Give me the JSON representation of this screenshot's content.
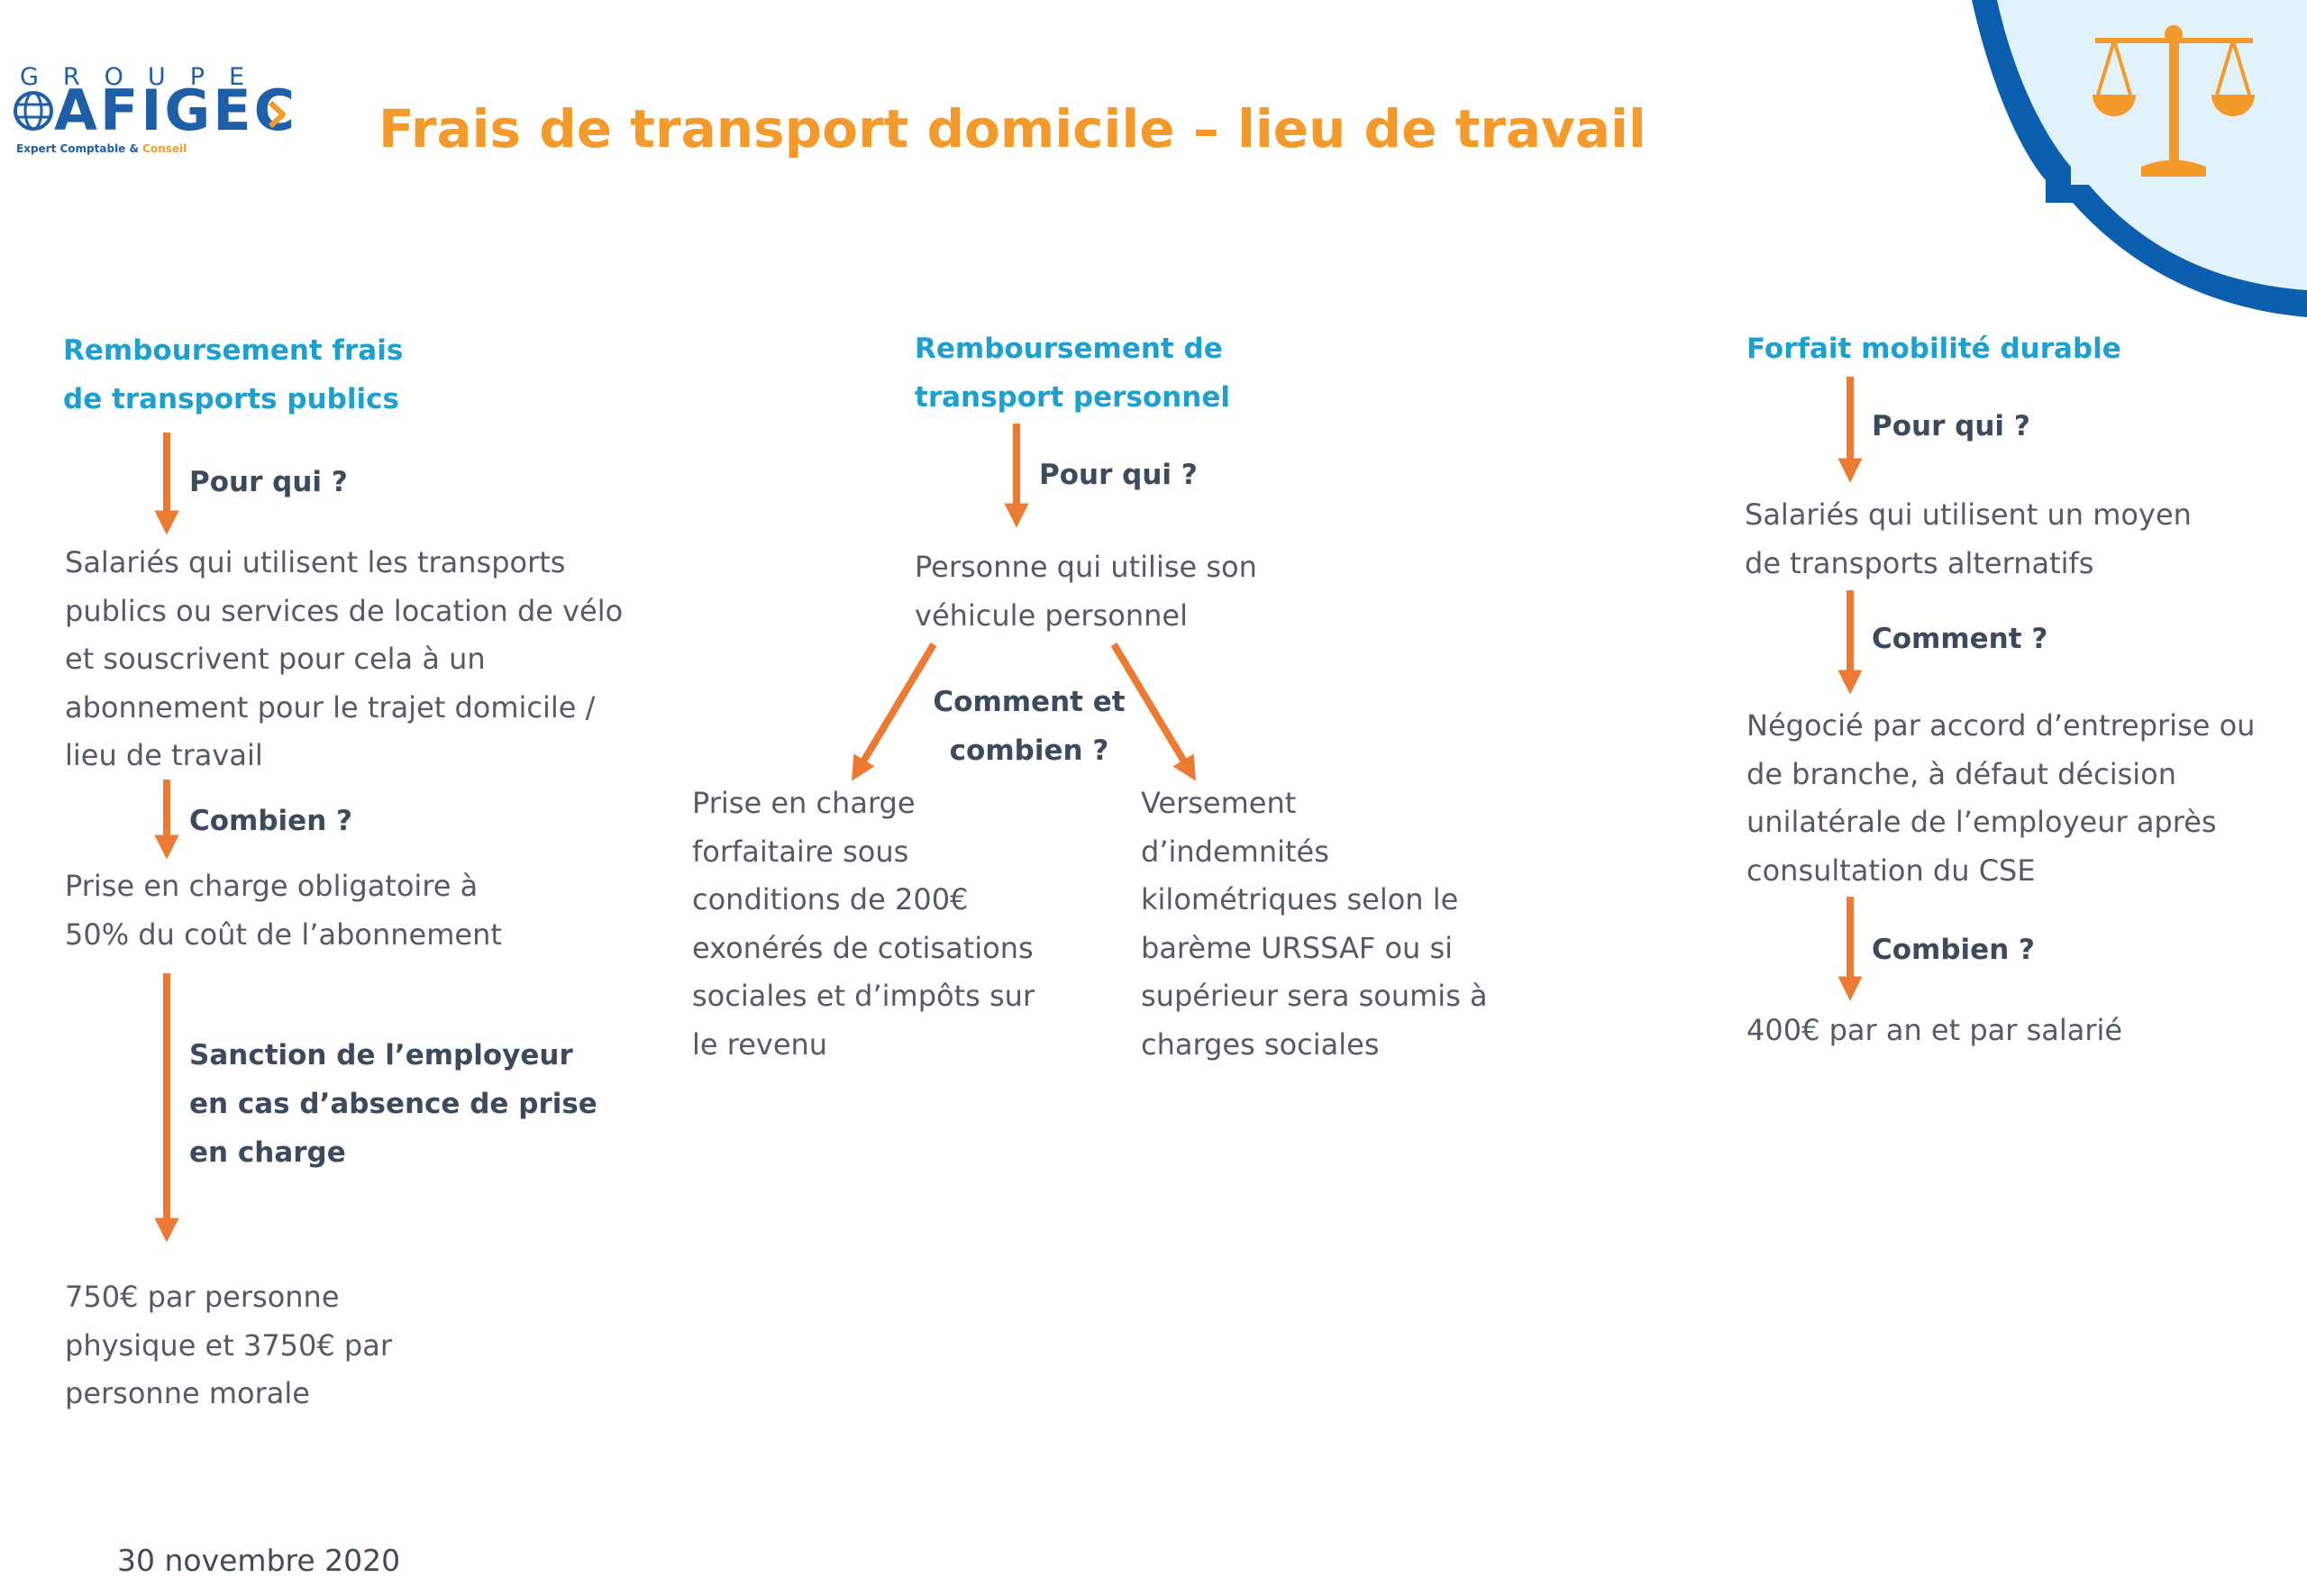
{
  "logo": {
    "groupe": "GROUPE",
    "name": "AFIGEC",
    "tagline_a": "Expert Comptable & ",
    "tagline_b": "Conseil"
  },
  "title": "Frais de transport domicile – lieu de travail",
  "colors": {
    "orange": "#f39a2b",
    "arrow": "#ec7a32",
    "blue": "#1ba0cf",
    "navy": "#1f5fa8",
    "corner_fill": "#e2f2fb",
    "corner_ring": "#0b5fae"
  },
  "icons": {
    "corner": "scales-of-justice-icon"
  },
  "col1": {
    "heading": [
      "Remboursement frais",
      "de transports publics"
    ],
    "q1": "Pour qui ?",
    "t1": [
      "Salariés qui utilisent les transports",
      "publics ou services de location de vélo",
      "et souscrivent pour cela à un",
      "abonnement pour le trajet domicile /",
      "lieu de travail"
    ],
    "q2": "Combien ?",
    "t2": [
      "Prise en charge obligatoire à",
      "50% du coût de l’abonnement"
    ],
    "q3": [
      "Sanction de l’employeur",
      "en cas d’absence de prise",
      "en charge"
    ],
    "t3": [
      "750€ par personne",
      "physique et 3750€ par",
      "personne morale"
    ]
  },
  "col2": {
    "heading": [
      "Remboursement de",
      "transport personnel"
    ],
    "q1": "Pour qui ?",
    "t1": [
      "Personne qui utilise son",
      "véhicule personnel"
    ],
    "q2": [
      "Comment et",
      "combien ?"
    ],
    "left": [
      "Prise en charge",
      "forfaitaire sous",
      "conditions de 200€",
      "exonérés de cotisations",
      "sociales et d’impôts sur",
      "le revenu"
    ],
    "right": [
      "Versement",
      "d’indemnités",
      "kilométriques selon le",
      "barème URSSAF ou si",
      "supérieur sera soumis à",
      "charges sociales"
    ]
  },
  "col3": {
    "heading": "Forfait mobilité durable",
    "q1": "Pour qui ?",
    "t1": [
      "Salariés qui utilisent un moyen",
      "de transports alternatifs"
    ],
    "q2": "Comment ?",
    "t2": [
      "Négocié par accord d’entreprise ou",
      "de branche, à défaut décision",
      "unilatérale de l’employeur après",
      "consultation du CSE"
    ],
    "q3": "Combien ?",
    "t3": "400€ par an et par salarié"
  },
  "date": "30 novembre 2020"
}
